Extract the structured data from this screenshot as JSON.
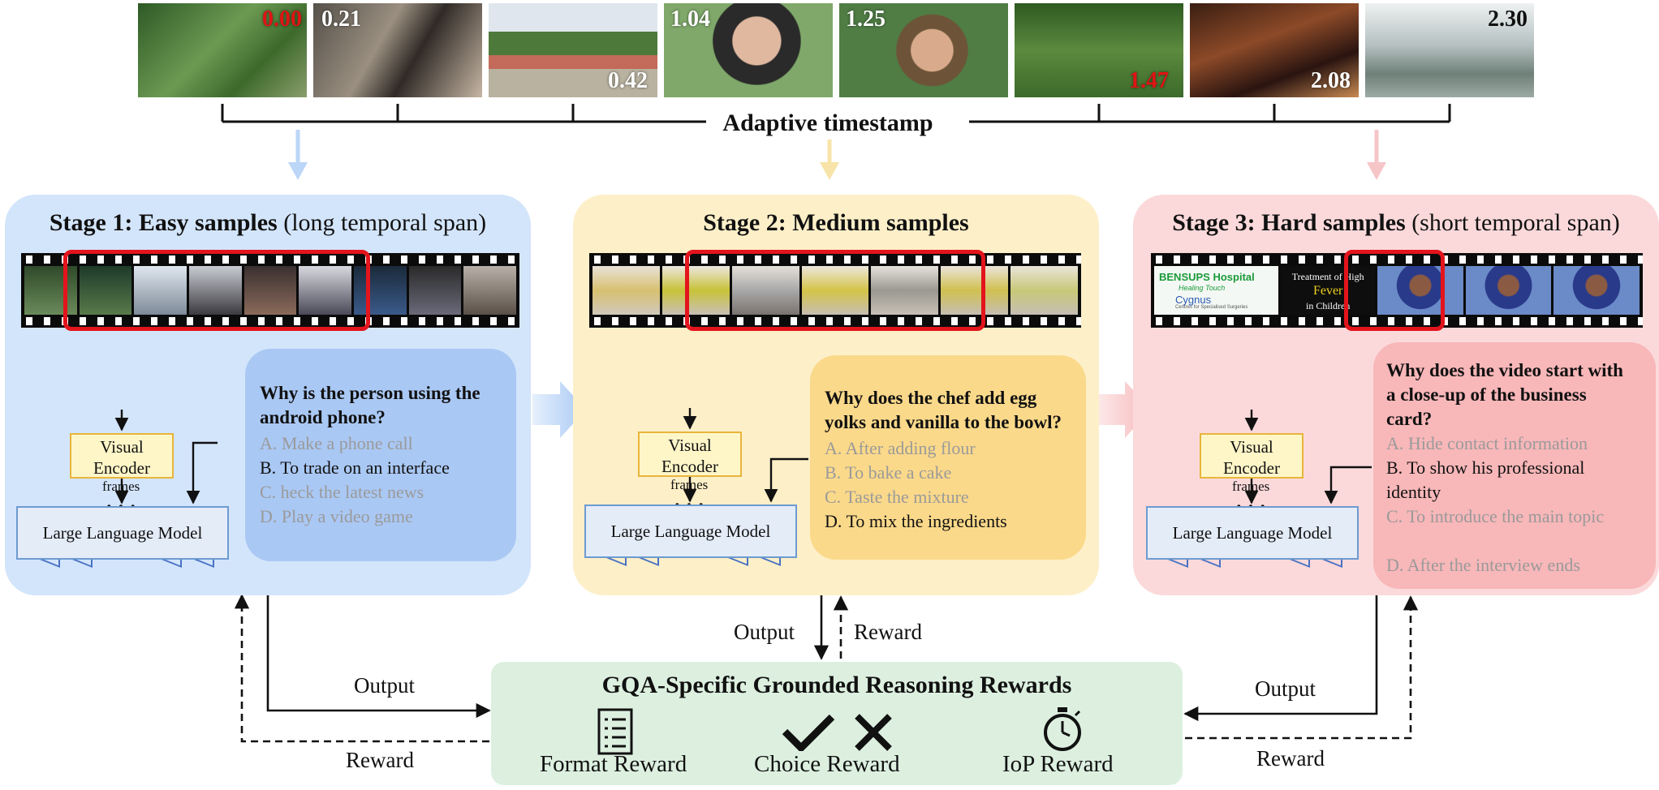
{
  "timeline": {
    "label": "Adaptive timestamp",
    "timestamps": [
      {
        "value": "0.00",
        "color": "#e01414"
      },
      {
        "value": "0.21",
        "color": "#ffffff"
      },
      {
        "value": "0.42",
        "color": "#ffffff"
      },
      {
        "value": "1.04",
        "color": "#ffffff"
      },
      {
        "value": "1.25",
        "color": "#ffffff"
      },
      {
        "value": "1.47",
        "color": "#e01414"
      },
      {
        "value": "2.08",
        "color": "#ffffff"
      },
      {
        "value": "2.30",
        "color": "#ffffff"
      }
    ]
  },
  "stages": [
    {
      "title_bold": "Stage 1: Easy samples",
      "title_rest": " (long temporal span)",
      "frames_label": "frames",
      "encoder": "Visual Encoder",
      "llm": "Large Language Model",
      "question": "Why is the person using the android phone?",
      "options": [
        "A.  Make a phone call",
        "B.  To trade on an interface",
        "C.  heck the latest news",
        "D.  Play a video game"
      ],
      "correct_index": 1
    },
    {
      "title_bold": "Stage 2: Medium samples",
      "title_rest": "",
      "frames_label": "frames",
      "encoder": "Visual Encoder",
      "llm": "Large Language Model",
      "question": "Why does the chef add egg yolks and vanilla to the bowl?",
      "options": [
        "A.  After adding flour",
        "B.  To bake a cake",
        "C.  Taste the mixture",
        "D.  To mix the ingredients"
      ],
      "correct_index": 3
    },
    {
      "title_bold": "Stage 3: Hard samples",
      "title_rest": " (short temporal span)",
      "frames_label": "frames",
      "encoder": "Visual Encoder",
      "llm": "Large Language Model",
      "question": "Why does the video start with a close-up of the business card?",
      "options": [
        "A.  Hide contact information",
        "B.  To show his professional identity",
        "C.  To introduce the main topic",
        "D.  After the interview ends"
      ],
      "correct_index": 1
    }
  ],
  "stage3_film_text": {
    "hospital": "BENSUPS Hospital",
    "hospital_sub": "Healing Touch",
    "cygnus": "Cygnus",
    "cygnus_sub": "Centres for Specialised Surgeries",
    "treatment": "Treatment of High",
    "fever": "Fever",
    "children": "in Children"
  },
  "rewards": {
    "title": "GQA-Specific Grounded Reasoning Rewards",
    "items": [
      "Format Reward",
      "Choice Reward",
      "IoP Reward"
    ]
  },
  "flow_labels": {
    "output": "Output",
    "reward": "Reward"
  },
  "colors": {
    "stage1": "#d3e5fb",
    "stage1_panel": "#aac8f4",
    "stage2": "#fdefc8",
    "stage2_panel": "#fbd98a",
    "stage3": "#fbd9da",
    "stage3_panel": "#f8b7b9",
    "rewards": "#ddf0e0",
    "highlight": "#e3141c"
  }
}
